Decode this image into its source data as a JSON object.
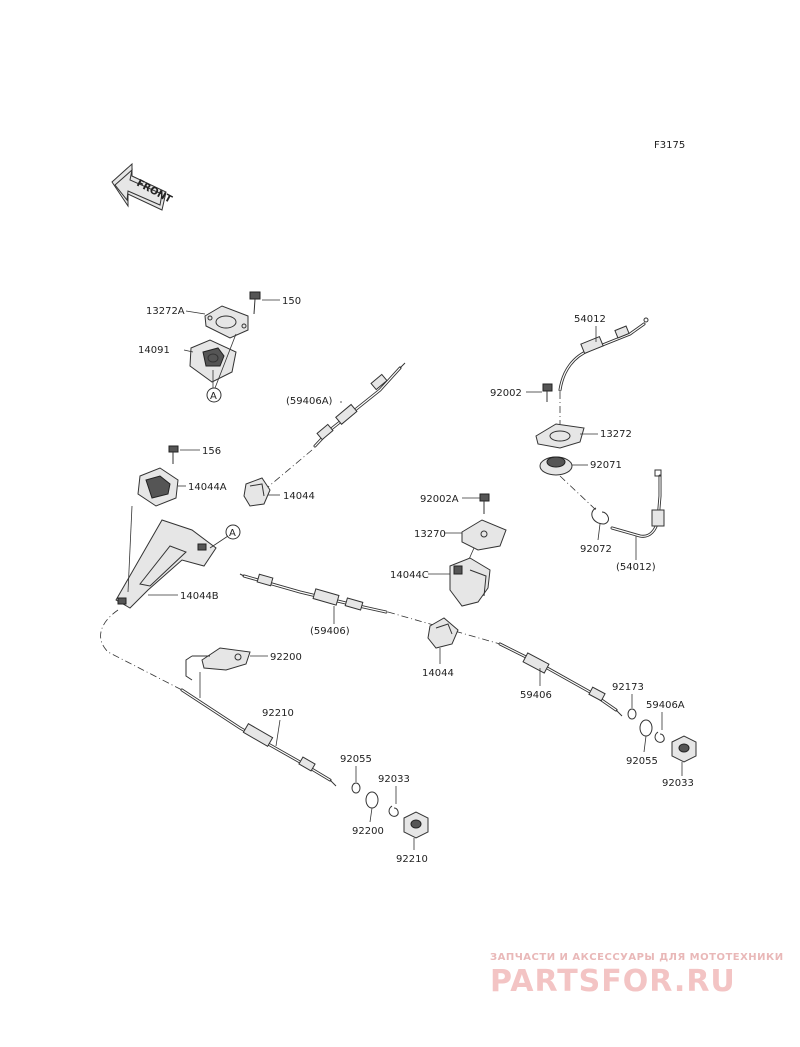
{
  "figure_code": "F3175",
  "front_arrow": {
    "label": "FRONT"
  },
  "ref_marks": [
    "A",
    "A"
  ],
  "parts": [
    {
      "id": "p150",
      "label": "150"
    },
    {
      "id": "p13272A",
      "label": "13272A"
    },
    {
      "id": "p14091",
      "label": "14091"
    },
    {
      "id": "p59406A_top",
      "label": "(59406A)"
    },
    {
      "id": "p156",
      "label": "156"
    },
    {
      "id": "p14044A",
      "label": "14044A"
    },
    {
      "id": "p14044_upper",
      "label": "14044"
    },
    {
      "id": "p14044B",
      "label": "14044B"
    },
    {
      "id": "p54012",
      "label": "54012"
    },
    {
      "id": "p92002",
      "label": "92002"
    },
    {
      "id": "p13272",
      "label": "13272"
    },
    {
      "id": "p92071",
      "label": "92071"
    },
    {
      "id": "p92072",
      "label": "92072"
    },
    {
      "id": "p54012_paren",
      "label": "(54012)"
    },
    {
      "id": "p92002A",
      "label": "92002A"
    },
    {
      "id": "p13270",
      "label": "13270"
    },
    {
      "id": "p14044C",
      "label": "14044C"
    },
    {
      "id": "p59406_paren",
      "label": "(59406)"
    },
    {
      "id": "p14044_lower",
      "label": "14044"
    },
    {
      "id": "p59406",
      "label": "59406"
    },
    {
      "id": "p92173",
      "label": "92173"
    },
    {
      "id": "p59406A",
      "label": "59406A"
    },
    {
      "id": "p92055_r",
      "label": "92055"
    },
    {
      "id": "p92033_r",
      "label": "92033"
    },
    {
      "id": "p92200_r",
      "label": "92200"
    },
    {
      "id": "p92210_r",
      "label": "92210"
    },
    {
      "id": "p92055_l",
      "label": "92055"
    },
    {
      "id": "p92033_l",
      "label": "92033"
    },
    {
      "id": "p92200_l",
      "label": "92200"
    },
    {
      "id": "p92210_l",
      "label": "92210"
    }
  ],
  "watermark": {
    "tagline": "ЗАПЧАСТИ И АКСЕССУАРЫ ДЛЯ МОТОТЕХНИКИ",
    "logo": "PARTSFOR.RU",
    "color": "#f3c4c4"
  }
}
